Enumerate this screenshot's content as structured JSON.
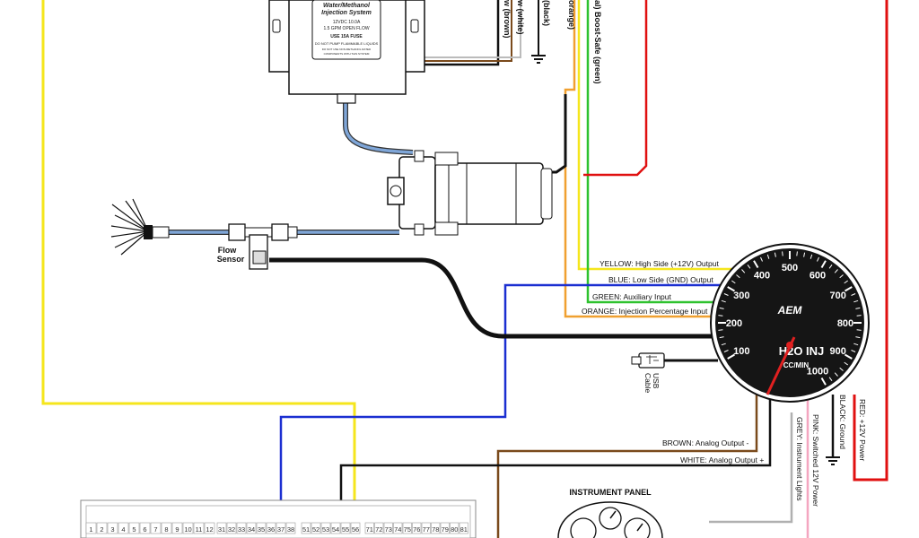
{
  "controller": {
    "title_line1": "Water/Methanol",
    "title_line2": "Injection System",
    "spec1": "12VDC 10.0A",
    "spec2": "1.5 GPM OPEN FLOW",
    "fuse": "USE 15A FUSE",
    "warn1": "DO NOT PUMP FLAMMABLE LIQUIDS",
    "warn2": "DO NOT USE NON-METHANOL RATED",
    "warn3": "COMPONENTS WITH THIS SYSTEM"
  },
  "wire_labels_top": {
    "yellow_white_frag": "w (white)",
    "brown_frag": "w (brown)",
    "black_frag": "(black)",
    "orange_frag": "orange)",
    "boost_safe": "al) Boost-Safe (green)"
  },
  "flow_sensor": {
    "line1": "Flow",
    "line2": "Sensor"
  },
  "gauge": {
    "numbers": [
      "100",
      "200",
      "300",
      "400",
      "500",
      "600",
      "700",
      "800",
      "900",
      "1000"
    ],
    "title": "H2O INJ",
    "units": "CC/MIN",
    "brand": "AEM",
    "usb_line1": "USB",
    "usb_line2": "Cable"
  },
  "wire_labels": {
    "yellow": "YELLOW: High Side (+12V) Output",
    "blue": "BLUE: Low Side (GND) Output",
    "green": "GREEN: Auxiliary Input",
    "orange": "ORANGE: Injection Percentage Input",
    "brown": "BROWN: Analog Output -",
    "white": "WHITE: Analog Output +",
    "black_ground": "BLACK: Ground",
    "red_power": "RED: +12V Power",
    "pink_power": "PINK: Switched 12V Power",
    "grey_lights": "GREY: Instrument Lights"
  },
  "instrument_panel": "INSTRUMENT PANEL",
  "connector_pins": {
    "left": [
      "1",
      "2",
      "3",
      "4",
      "5",
      "6",
      "7",
      "8",
      "9",
      "10",
      "11",
      "12"
    ],
    "mid1": [
      "31",
      "32",
      "33",
      "34",
      "35",
      "36",
      "37",
      "38"
    ],
    "mid2": [
      "51",
      "52",
      "53",
      "54",
      "55",
      "56"
    ],
    "right": [
      "71",
      "72",
      "73",
      "74",
      "75",
      "76",
      "77",
      "78",
      "79",
      "80",
      "81"
    ]
  },
  "colors": {
    "yellow": "#f5e61c",
    "blue": "#1b2fd1",
    "green": "#2ec22e",
    "orange": "#f0a030",
    "red": "#e01010",
    "brown": "#7a4a1c",
    "black": "#111111",
    "pink": "#f4a6c0",
    "grey": "#b0b0b0",
    "hose": "#7fa6d8"
  }
}
